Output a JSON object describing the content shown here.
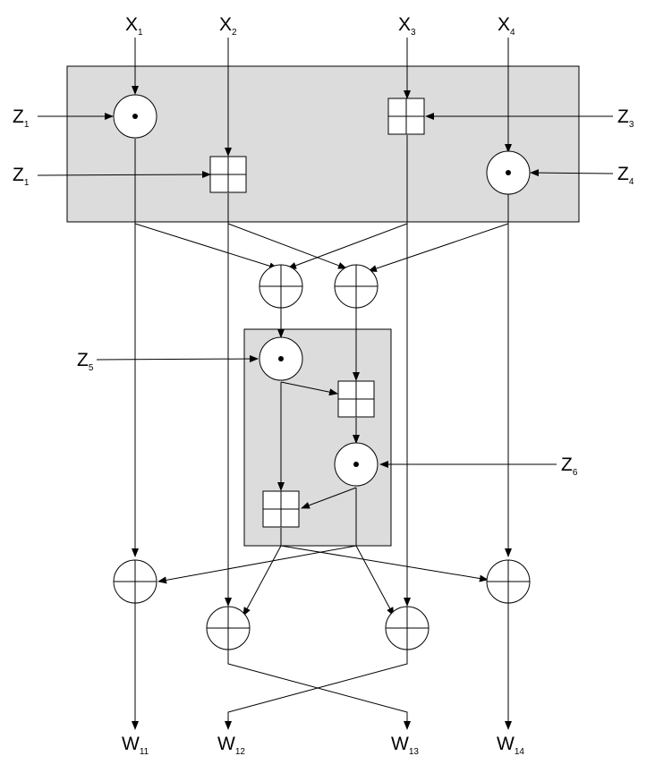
{
  "inputs": {
    "x1": {
      "main": "X",
      "sub": "1"
    },
    "x2": {
      "main": "X",
      "sub": "2"
    },
    "x3": {
      "main": "X",
      "sub": "3"
    },
    "x4": {
      "main": "X",
      "sub": "4"
    }
  },
  "keys": {
    "z1a": {
      "main": "Z",
      "sub": "1"
    },
    "z1b": {
      "main": "Z",
      "sub": "1"
    },
    "z3": {
      "main": "Z",
      "sub": "3"
    },
    "z4": {
      "main": "Z",
      "sub": "4"
    },
    "z5": {
      "main": "Z",
      "sub": "5"
    },
    "z6": {
      "main": "Z",
      "sub": "6"
    }
  },
  "outputs": {
    "w11": {
      "main": "W",
      "sub": "11"
    },
    "w12": {
      "main": "W",
      "sub": "12"
    },
    "w13": {
      "main": "W",
      "sub": "13"
    },
    "w14": {
      "main": "W",
      "sub": "14"
    }
  },
  "colors": {
    "box_fill": "#dcdcdc",
    "line": "#000000",
    "node_fill": "#ffffff"
  },
  "operators": {
    "multiply": "multiply-dot-node",
    "add": "add-square-node",
    "xor": "xor-circle-node"
  }
}
